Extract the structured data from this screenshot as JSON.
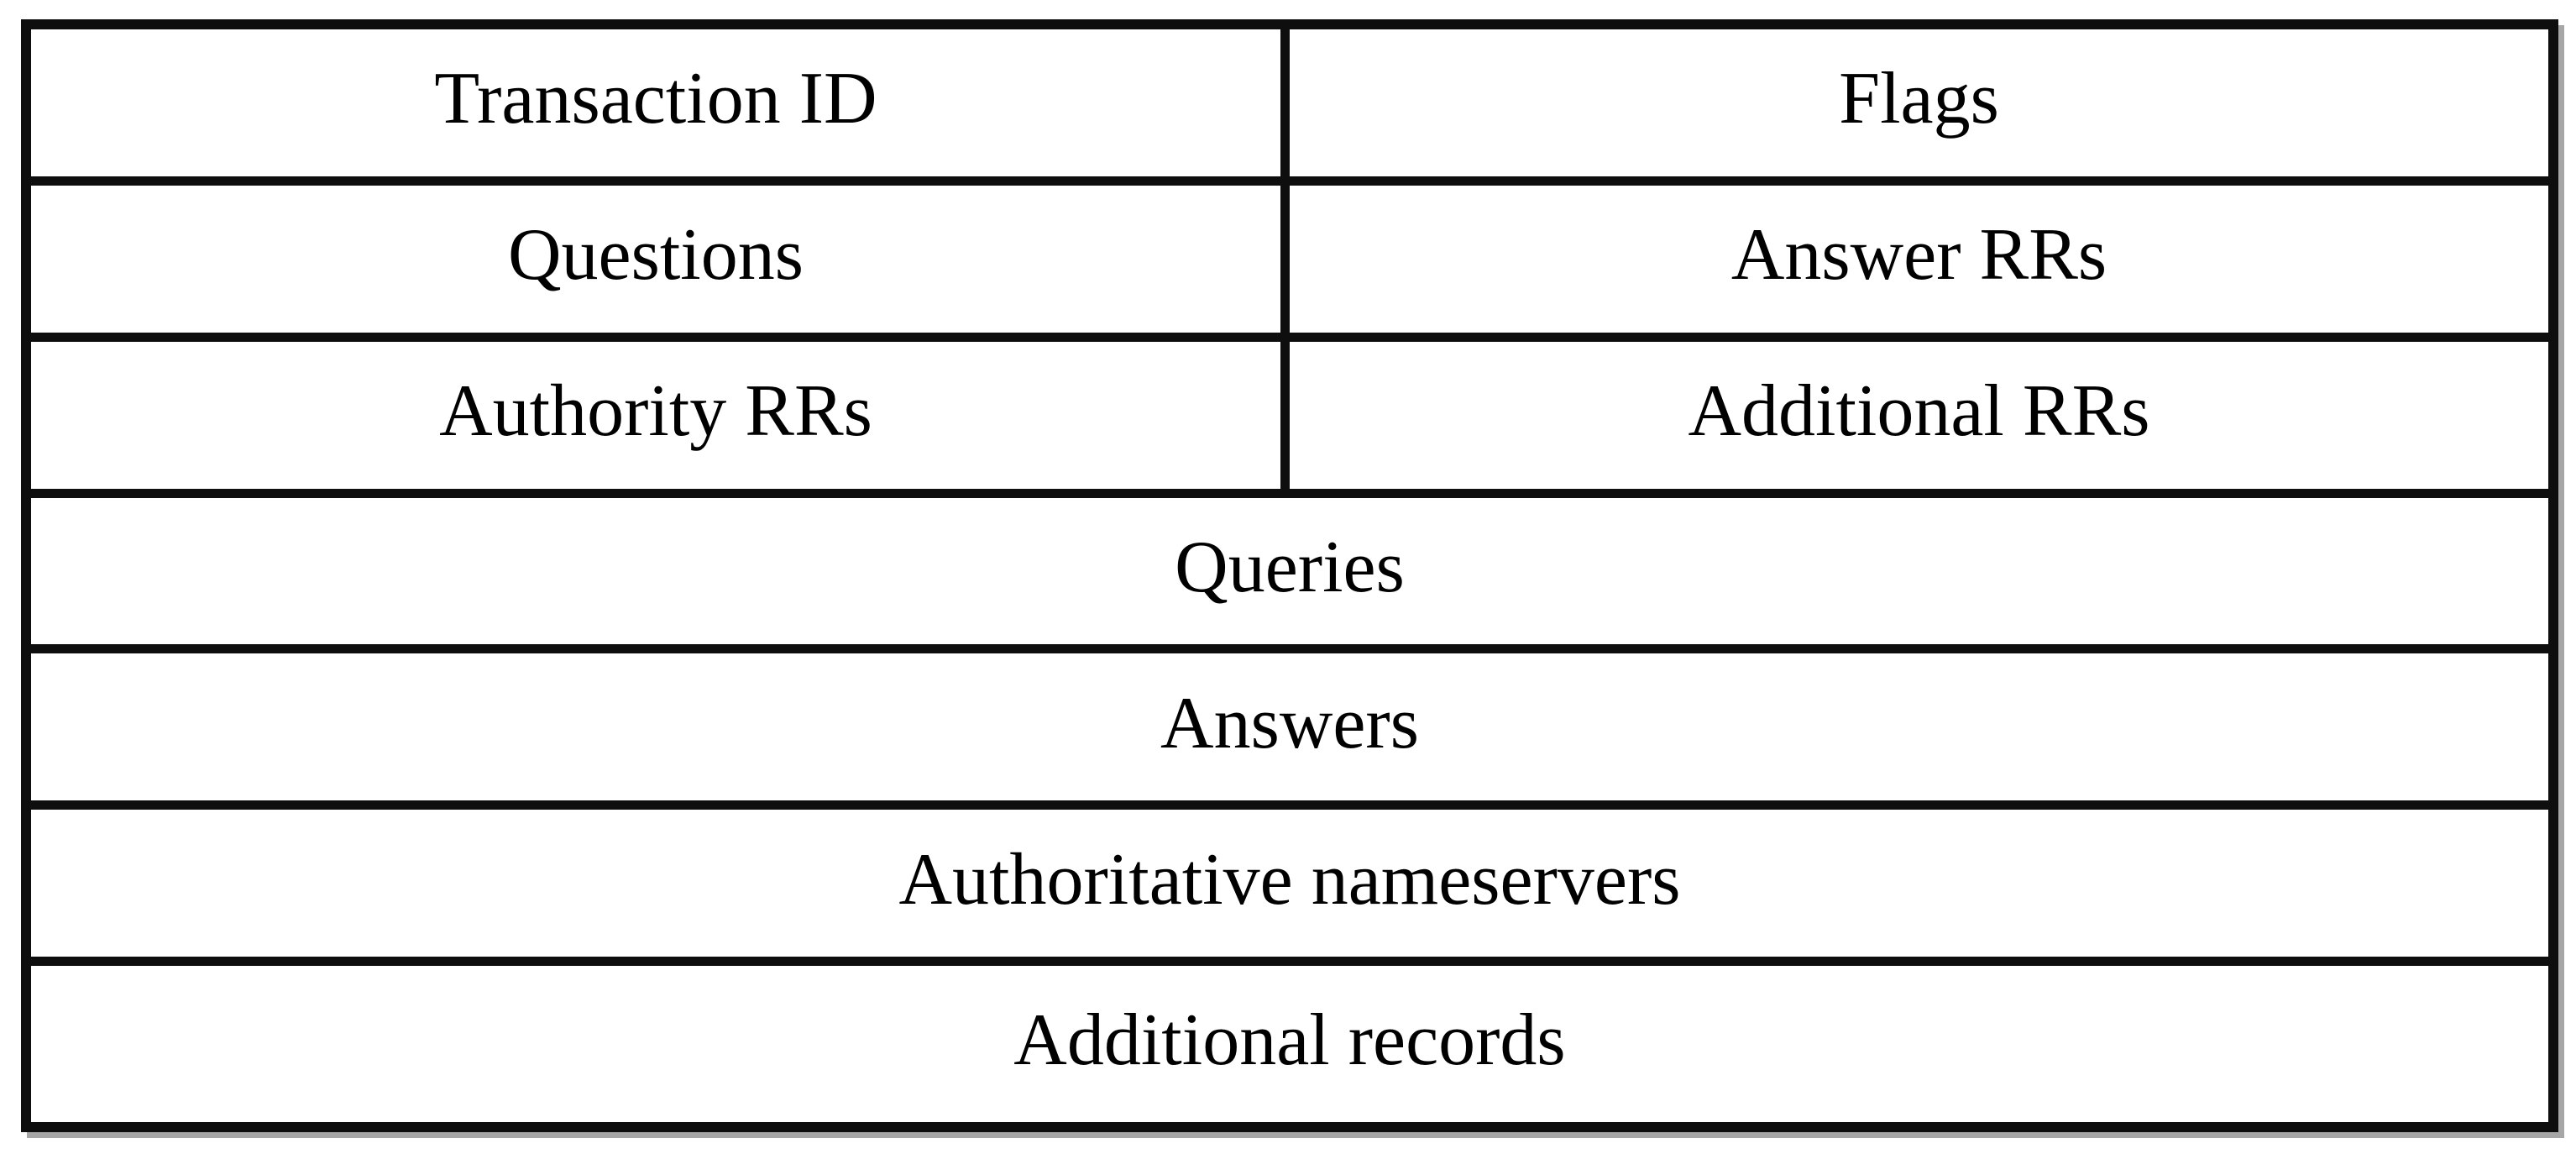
{
  "table": {
    "rows": [
      {
        "type": "split",
        "left": "Transaction ID",
        "right": "Flags"
      },
      {
        "type": "split",
        "left": "Questions",
        "right": "Answer RRs"
      },
      {
        "type": "split",
        "left": "Authority RRs",
        "right": "Additional RRs"
      },
      {
        "type": "full",
        "label": "Queries"
      },
      {
        "type": "full",
        "label": "Answers"
      },
      {
        "type": "full",
        "label": "Authoritative nameservers"
      },
      {
        "type": "full",
        "label": "Additional records"
      }
    ]
  },
  "colors": {
    "border": "#0e0e0e",
    "background": "#ffffff",
    "text": "#000000",
    "shadow": "#a6a6a6"
  }
}
